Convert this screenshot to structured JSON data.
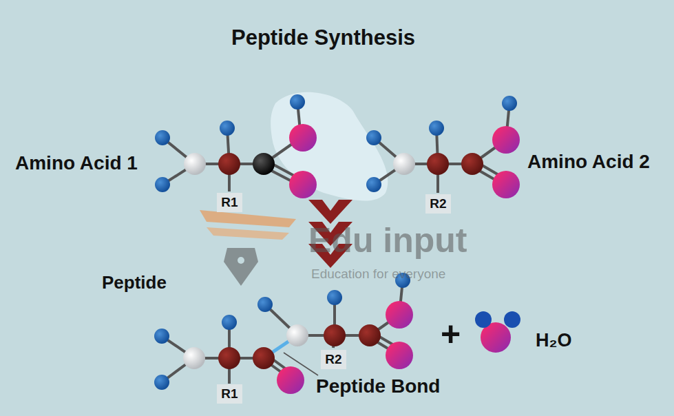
{
  "diagram": {
    "title": "Peptide Synthesis",
    "nodes": [
      {
        "text": [
          "R1"
        ]
      },
      {
        "text": [
          "R2"
        ]
      },
      {
        "text": [
          "R1"
        ]
      },
      {
        "text": [
          "R2"
        ]
      }
    ],
    "labels": [
      "Amino Acid 1",
      "Amino Acid 2",
      "Peptide",
      "Peptide Bond",
      "H₂O",
      "+",
      "Edu input",
      "Education for everyone"
    ]
  }
}
